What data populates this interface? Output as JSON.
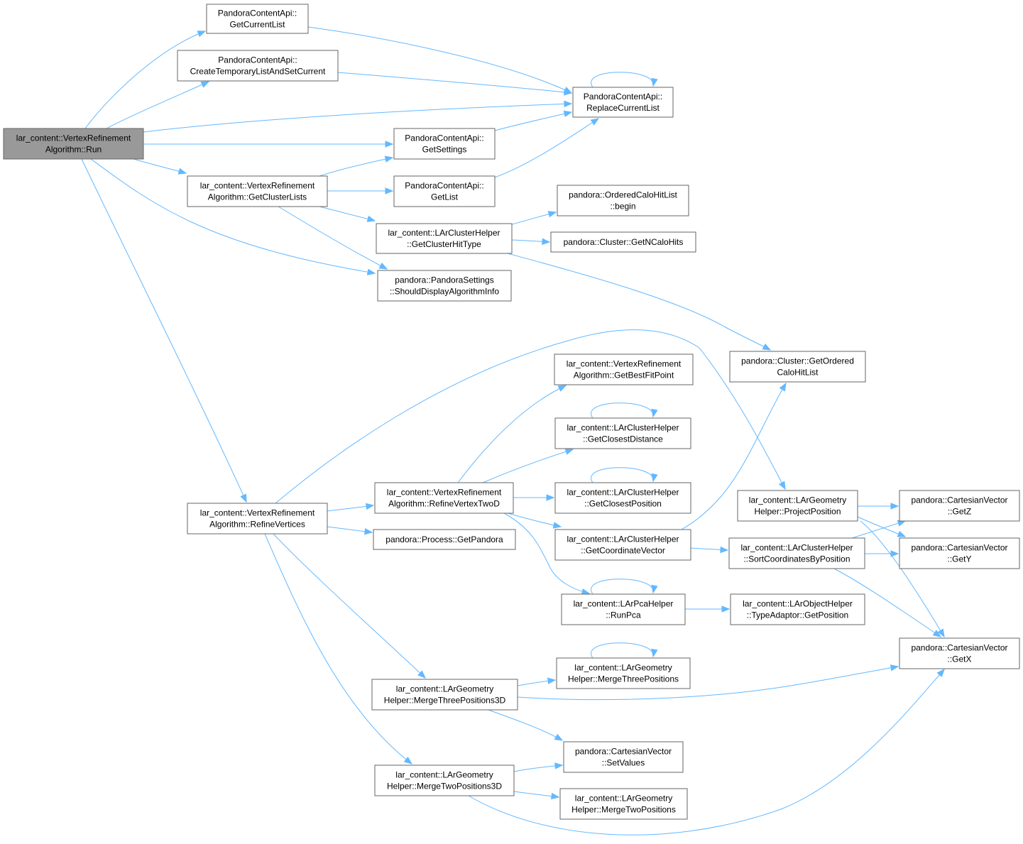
{
  "diagram": {
    "accent_color": "#63b8ff",
    "root_fill": "#999999",
    "nodes": [
      {
        "id": "run",
        "lines": [
          "lar_content::VertexRefinement",
          "Algorithm::Run"
        ]
      },
      {
        "id": "getCurrentList",
        "lines": [
          "PandoraContentApi::",
          "GetCurrentList"
        ]
      },
      {
        "id": "createTemp",
        "lines": [
          "PandoraContentApi::",
          "CreateTemporaryListAndSetCurrent"
        ]
      },
      {
        "id": "replaceCurrentList",
        "lines": [
          "PandoraContentApi::",
          "ReplaceCurrentList"
        ]
      },
      {
        "id": "getSettings",
        "lines": [
          "PandoraContentApi::",
          "GetSettings"
        ]
      },
      {
        "id": "getClusterLists",
        "lines": [
          "lar_content::VertexRefinement",
          "Algorithm::GetClusterLists"
        ]
      },
      {
        "id": "getList",
        "lines": [
          "PandoraContentApi::",
          "GetList"
        ]
      },
      {
        "id": "orderedBegin",
        "lines": [
          "pandora::OrderedCaloHitList",
          "::begin"
        ]
      },
      {
        "id": "getClusterHitType",
        "lines": [
          "lar_content::LArClusterHelper",
          "::GetClusterHitType"
        ]
      },
      {
        "id": "getNCaloHits",
        "lines": [
          "pandora::Cluster::GetNCaloHits"
        ]
      },
      {
        "id": "shouldDisplay",
        "lines": [
          "pandora::PandoraSettings",
          "::ShouldDisplayAlgorithmInfo"
        ]
      },
      {
        "id": "getOrderedCaloHitList",
        "lines": [
          "pandora::Cluster::GetOrdered",
          "CaloHitList"
        ]
      },
      {
        "id": "getBestFitPoint",
        "lines": [
          "lar_content::VertexRefinement",
          "Algorithm::GetBestFitPoint"
        ]
      },
      {
        "id": "getClosestDistance",
        "lines": [
          "lar_content::LArClusterHelper",
          "::GetClosestDistance"
        ]
      },
      {
        "id": "refineVertexTwoD",
        "lines": [
          "lar_content::VertexRefinement",
          "Algorithm::RefineVertexTwoD"
        ]
      },
      {
        "id": "getClosestPosition",
        "lines": [
          "lar_content::LArClusterHelper",
          "::GetClosestPosition"
        ]
      },
      {
        "id": "projectPosition",
        "lines": [
          "lar_content::LArGeometry",
          "Helper::ProjectPosition"
        ]
      },
      {
        "id": "getZ",
        "lines": [
          "pandora::CartesianVector",
          "::GetZ"
        ]
      },
      {
        "id": "refineVertices",
        "lines": [
          "lar_content::VertexRefinement",
          "Algorithm::RefineVertices"
        ]
      },
      {
        "id": "getPandora",
        "lines": [
          "pandora::Process::GetPandora"
        ]
      },
      {
        "id": "getCoordinateVector",
        "lines": [
          "lar_content::LArClusterHelper",
          "::GetCoordinateVector"
        ]
      },
      {
        "id": "sortCoords",
        "lines": [
          "lar_content::LArClusterHelper",
          "::SortCoordinatesByPosition"
        ]
      },
      {
        "id": "getY",
        "lines": [
          "pandora::CartesianVector",
          "::GetY"
        ]
      },
      {
        "id": "runPca",
        "lines": [
          "lar_content::LArPcaHelper",
          "::RunPca"
        ]
      },
      {
        "id": "typeAdaptor",
        "lines": [
          "lar_content::LArObjectHelper",
          "::TypeAdaptor::GetPosition"
        ]
      },
      {
        "id": "getX",
        "lines": [
          "pandora::CartesianVector",
          "::GetX"
        ]
      },
      {
        "id": "mergeThreePositions",
        "lines": [
          "lar_content::LArGeometry",
          "Helper::MergeThreePositions"
        ]
      },
      {
        "id": "mergeThree3D",
        "lines": [
          "lar_content::LArGeometry",
          "Helper::MergeThreePositions3D"
        ]
      },
      {
        "id": "setValues",
        "lines": [
          "pandora::CartesianVector",
          "::SetValues"
        ]
      },
      {
        "id": "mergeTwo3D",
        "lines": [
          "lar_content::LArGeometry",
          "Helper::MergeTwoPositions3D"
        ]
      },
      {
        "id": "mergeTwoPositions",
        "lines": [
          "lar_content::LArGeometry",
          "Helper::MergeTwoPositions"
        ]
      }
    ],
    "edges": [
      [
        "run",
        "getCurrentList"
      ],
      [
        "run",
        "createTemp"
      ],
      [
        "run",
        "replaceCurrentList"
      ],
      [
        "run",
        "getSettings"
      ],
      [
        "run",
        "getClusterLists"
      ],
      [
        "run",
        "shouldDisplay"
      ],
      [
        "run",
        "refineVertices"
      ],
      [
        "getCurrentList",
        "replaceCurrentList"
      ],
      [
        "createTemp",
        "replaceCurrentList"
      ],
      [
        "replaceCurrentList",
        "replaceCurrentList"
      ],
      [
        "getSettings",
        "replaceCurrentList"
      ],
      [
        "getList",
        "replaceCurrentList"
      ],
      [
        "getClusterLists",
        "getSettings"
      ],
      [
        "getClusterLists",
        "getList"
      ],
      [
        "getClusterLists",
        "getClusterHitType"
      ],
      [
        "getClusterLists",
        "shouldDisplay"
      ],
      [
        "getClusterHitType",
        "orderedBegin"
      ],
      [
        "getClusterHitType",
        "getNCaloHits"
      ],
      [
        "getClusterHitType",
        "getOrderedCaloHitList"
      ],
      [
        "refineVertices",
        "refineVertexTwoD"
      ],
      [
        "refineVertices",
        "getPandora"
      ],
      [
        "refineVertices",
        "projectPosition"
      ],
      [
        "refineVertices",
        "mergeThree3D"
      ],
      [
        "refineVertices",
        "mergeTwo3D"
      ],
      [
        "refineVertexTwoD",
        "getBestFitPoint"
      ],
      [
        "refineVertexTwoD",
        "getClosestDistance"
      ],
      [
        "refineVertexTwoD",
        "getClosestPosition"
      ],
      [
        "refineVertexTwoD",
        "getCoordinateVector"
      ],
      [
        "refineVertexTwoD",
        "runPca"
      ],
      [
        "getClosestDistance",
        "getClosestDistance"
      ],
      [
        "getClosestPosition",
        "getClosestPosition"
      ],
      [
        "getCoordinateVector",
        "getOrderedCaloHitList"
      ],
      [
        "getCoordinateVector",
        "sortCoords"
      ],
      [
        "sortCoords",
        "getZ"
      ],
      [
        "sortCoords",
        "getY"
      ],
      [
        "sortCoords",
        "getX"
      ],
      [
        "projectPosition",
        "getZ"
      ],
      [
        "projectPosition",
        "getY"
      ],
      [
        "projectPosition",
        "getX"
      ],
      [
        "runPca",
        "runPca"
      ],
      [
        "runPca",
        "typeAdaptor"
      ],
      [
        "mergeThree3D",
        "mergeThreePositions"
      ],
      [
        "mergeThree3D",
        "getX"
      ],
      [
        "mergeThree3D",
        "setValues"
      ],
      [
        "mergeThreePositions",
        "mergeThreePositions"
      ],
      [
        "mergeTwo3D",
        "setValues"
      ],
      [
        "mergeTwo3D",
        "mergeTwoPositions"
      ],
      [
        "mergeTwo3D",
        "getX"
      ]
    ]
  }
}
